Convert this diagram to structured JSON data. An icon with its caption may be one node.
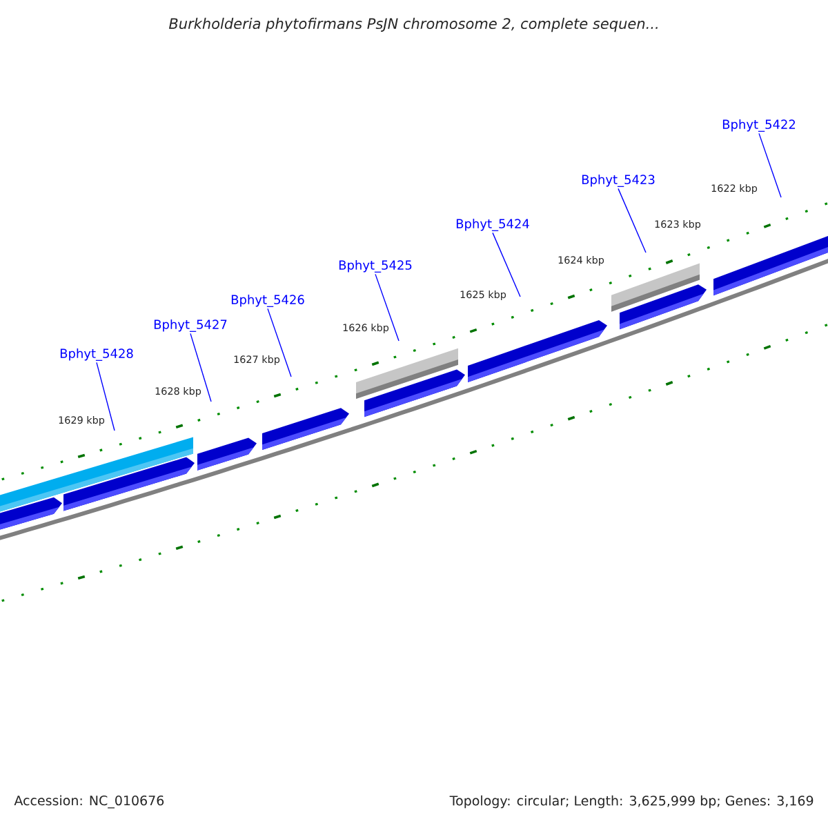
{
  "diagram": {
    "title": "Burkholderia phytofirmans PsJN chromosome 2, complete sequen...",
    "nodes": [
      {
        "text": [
          "Bphyt_5422"
        ]
      },
      {
        "text": [
          "Bphyt_5423"
        ]
      },
      {
        "text": [
          "Bphyt_5424"
        ]
      },
      {
        "text": [
          "Bphyt_5425"
        ]
      },
      {
        "text": [
          "Bphyt_5426"
        ]
      },
      {
        "text": [
          "Bphyt_5427"
        ]
      },
      {
        "text": [
          "Bphyt_5428"
        ]
      }
    ],
    "edges": [
      {
        "from": 0,
        "to": null,
        "arrow": "none"
      },
      {
        "from": 1,
        "to": null,
        "arrow": "none"
      },
      {
        "from": 2,
        "to": null,
        "arrow": "none"
      },
      {
        "from": 3,
        "to": null,
        "arrow": "none"
      },
      {
        "from": 4,
        "to": null,
        "arrow": "none"
      },
      {
        "from": 5,
        "to": null,
        "arrow": "none"
      },
      {
        "from": 6,
        "to": null,
        "arrow": "none"
      }
    ],
    "labels": [
      "1622 kbp",
      "1623 kbp",
      "1624 kbp",
      "1625 kbp",
      "1626 kbp",
      "1627 kbp",
      "1628 kbp",
      "1629 kbp",
      "Accession: NC_010676",
      "Topology: circular; Length: 3,625,999 bp; Genes: 3,169"
    ]
  }
}
